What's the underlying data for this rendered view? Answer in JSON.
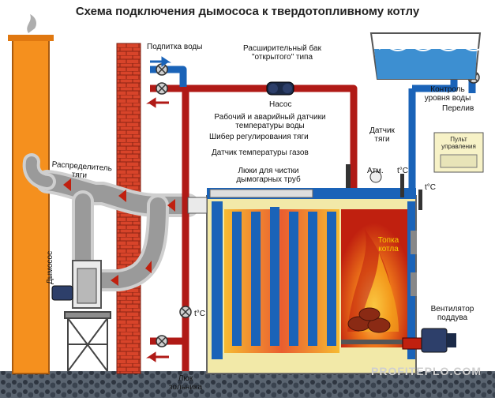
{
  "title": "Схема подключения дымососа к твердотопливному котлу",
  "labels": {
    "water_supply": "Подпитка воды",
    "expansion_tank_1": "Расширительный бак",
    "expansion_tank_2": "\"открытого\" типа",
    "pump": "Насос",
    "level_control_1": "Контроль",
    "level_control_2": "уровня воды",
    "overflow": "Перелив",
    "sensors_1": "Рабочий и аварийный датчики",
    "sensors_2": "температуры воды",
    "draft_gate": "Шибер регулирования тяги",
    "gas_temp_sensor": "Датчик температуры газов",
    "draft_sensor_1": "Датчик",
    "draft_sensor_2": "тяги",
    "control_panel_1": "Пульт",
    "control_panel_2": "управления",
    "draft_distributor_1": "Распределитель",
    "draft_distributor_2": "тяги",
    "hatches_1": "Люки для чистки",
    "hatches_2": "дымогарных труб",
    "manometer": "Атм.",
    "temp_1": "t°C",
    "temp_2": "t°C",
    "temp_3": "t°C",
    "smoke_exhauster": "Дымосос",
    "firebox_1": "Топка",
    "firebox_2": "котла",
    "fan_1": "Вентилятор",
    "fan_2": "поддува",
    "ash_hatch_1": "Люк",
    "ash_hatch_2": "зольника",
    "watermark": "PROFITEPLO.COM"
  },
  "colors": {
    "chimney": "#f5901e",
    "brick": "#d8442a",
    "water": "#1a63b8",
    "hot_pipe": "#b01a16",
    "boiler_body": "#f2e9a8",
    "smoke": "#9a9a9a",
    "tank": "#3d8fd1"
  }
}
